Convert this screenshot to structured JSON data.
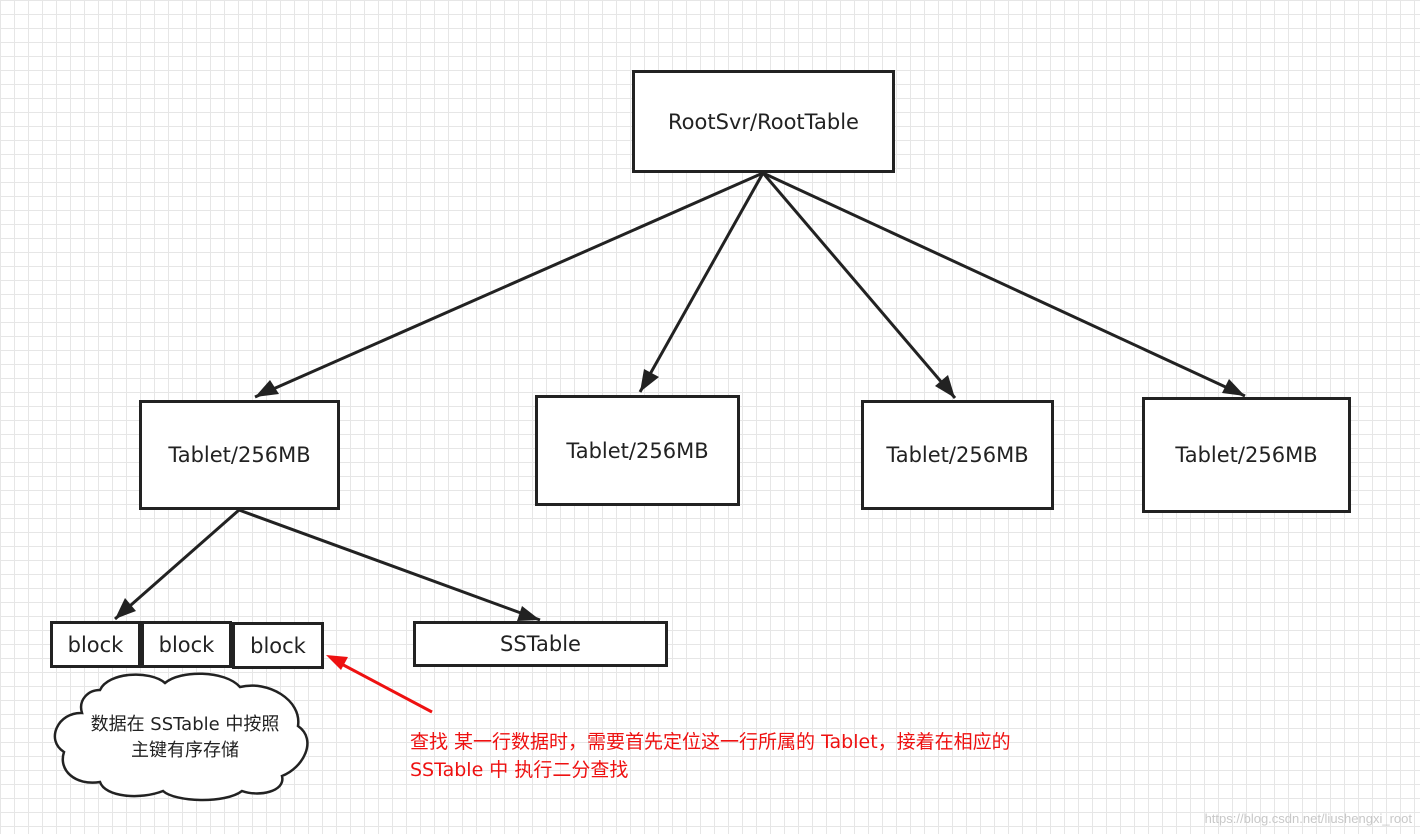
{
  "nodes": {
    "root": "RootSvr/RootTable",
    "tablets": [
      "Tablet/256MB",
      "Tablet/256MB",
      "Tablet/256MB",
      "Tablet/256MB"
    ],
    "blocks": [
      "block",
      "block",
      "block"
    ],
    "sstable": "SSTable"
  },
  "cloud_note": [
    "数据在 SSTable 中按照",
    "主键有序存储"
  ],
  "lookup_note": [
    "查找 某一行数据时，需要首先定位这一行所属的 Tablet，接着在相应的",
    "SSTable 中 执行二分查找"
  ],
  "watermark": "https://blog.csdn.net/liushengxi_root",
  "colors": {
    "stroke": "#222222",
    "annotation": "#ee1111",
    "grid": "#e6e6e6"
  }
}
